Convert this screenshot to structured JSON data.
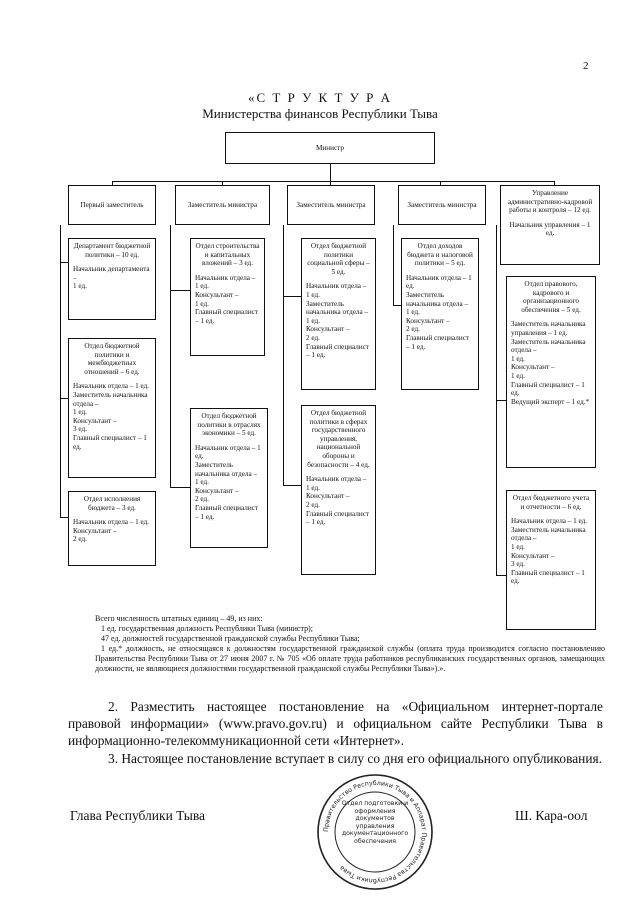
{
  "page_number": "2",
  "title_line1": "«С Т Р У К Т У Р А",
  "title_line2": "Министерства финансов Республики Тыва",
  "minister": "Министр",
  "columns": [
    {
      "header": "Первый заместитель"
    },
    {
      "header": "Заместитель министра"
    },
    {
      "header": "Заместитель министра"
    },
    {
      "header": "Заместитель министра"
    },
    {
      "header": "Управление административно-кадровой работы и контроля – 12 ед.",
      "header_extra": "Начальник управления – 1 ед."
    }
  ],
  "units": {
    "c1a": {
      "title": "Департамент бюджетной политики – 10 ед.",
      "lines": [
        "Начальник департамента –",
        "1 ед."
      ]
    },
    "c1b": {
      "title": "Отдел бюджетной политики и межбюджетных отношений – 6 ед.",
      "lines": [
        "Начальник отдела – 1 ед.",
        "Заместитель начальника отдела –",
        "1 ед.",
        "Консультант –",
        "3 ед.",
        "Главный специалист – 1 ед."
      ]
    },
    "c1c": {
      "title": "Отдел исполнения бюджета – 3 ед.",
      "lines": [
        "Начальник отдела – 1 ед.",
        "Консультант –",
        "2 ед."
      ]
    },
    "c2a": {
      "title": "Отдел строительства и капитальных вложений – 3 ед.",
      "lines": [
        "Начальник отдела – 1 ед.",
        "Консультант –",
        "1 ед.",
        "Главный специалист – 1 ед."
      ]
    },
    "c2b": {
      "title": "Отдел бюджетной политики в отраслях экономики – 5 ед.",
      "lines": [
        "Начальник отдела – 1 ед.",
        "Заместитель начальника отдела –",
        "1 ед.",
        "Консультант –",
        "2 ед.",
        "Главный специалист – 1 ед."
      ]
    },
    "c3a": {
      "title": "Отдел бюджетной политики социальной сферы – 5 ед.",
      "lines": [
        "Начальник отдела – 1 ед.",
        "Заместитель начальника отдела –",
        "1 ед.",
        "Консультант –",
        "2 ед.",
        "Главный специалист – 1 ед."
      ]
    },
    "c3b": {
      "title": "Отдел бюджетной политики в сферах государственного управления, национальной обороны и безопасности – 4 ед.",
      "lines": [
        "Начальник отдела – 1 ед.",
        "Консультант –",
        "2 ед.",
        "Главный специалист – 1 ед."
      ]
    },
    "c4a": {
      "title": "Отдел доходов бюджета и налоговой политики – 5 ед.",
      "lines": [
        "Начальник отдела – 1 ед.",
        "Заместитель начальника отдела –",
        "1 ед.",
        "Консультант –",
        "2 ед.",
        "Главный специалист – 1 ед."
      ]
    },
    "c5a": {
      "title": "Отдел правового, кадрового и организационного обеспечения – 5 ед.",
      "lines": [
        "Заместитель начальника управления – 1 ед.",
        "Заместитель начальника отдела –",
        "1 ед.",
        "Консультант –",
        "1 ед.",
        "Главный специалист – 1 ед.",
        "Ведущий эксперт – 1 ед.*"
      ]
    },
    "c5b": {
      "title": "Отдел бюджетного учета и отчетности – 6 ед.",
      "lines": [
        "Начальник отдела – 1 ед.",
        "Заместитель начальника отдела –",
        "1 ед.",
        "Консультант –",
        "3 ед.",
        "Главный специалист – 1 ед."
      ]
    }
  },
  "totals": [
    "Всего численность штатных единиц – 49, из них:",
    "1 ед. государственная должность Республики Тыва (министр);",
    "47 ед. должностей государственной гражданской службы Республики Тыва;",
    "1 ед.* должность, не относящаяся к должностям государственной гражданской службы (оплата труда производится согласно постановлению Правительства Республики Тыва от 27 июня 2007 г. № 705 «Об оплате труда работников республиканских государственных органов, замещающих должности, не являющиеся должностями государственной гражданской службы Республики Тыва»).»."
  ],
  "paragraph2": "2. Разместить настоящее постановление на «Официальном интернет-портале правовой информации» (www.pravo.gov.ru) и официальном сайте Республики Тыва в информационно-телекоммуникационной сети «Интернет».",
  "paragraph3": "3. Настоящее постановление вступает в силу со дня его официального опубликования.",
  "signature_left": "Глава Республики Тыва",
  "signature_right": "Ш. Кара-оол",
  "stamp": {
    "ring_text": "Правительство Республики Тыва и Аппарат Правительства Республики Тыва",
    "center_text": "Отдел подготовки и оформления документов управления документационного обеспечения"
  }
}
